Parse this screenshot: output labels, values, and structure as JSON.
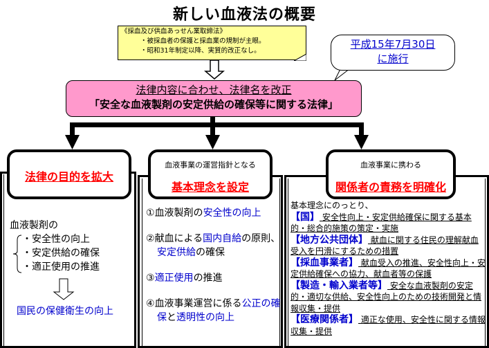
{
  "title": "新しい血液法の概要",
  "old_law_note": {
    "heading": "《採血及び供血あっせん業取締法》",
    "points": [
      "・被採血者の保護と採血業の規制が主眼。",
      "・昭和31年制定以降、実質的改正なし。"
    ]
  },
  "effective_date": {
    "line1": "平成15年7月30日",
    "line2": "に施行"
  },
  "renamed_law": {
    "subtitle": "法律内容に合わせ、法律名を改正",
    "name": "「安全な血液製剤の安定供給の確保等に関する法律」"
  },
  "panels": [
    {
      "pre_label": "",
      "title": "法律の目的を拡大",
      "body": {
        "lead": "血液製剤の",
        "items": [
          "・安全性の向上",
          "・安定供給の確保",
          "・適正使用の推進"
        ],
        "result": "国民の保健衛生の向上"
      }
    },
    {
      "pre_label": "血液事業の運営指針となる",
      "title": "基本理念を設定",
      "principles": [
        {
          "num": "①",
          "parts": [
            {
              "t": "血液製剤の",
              "c": "black"
            },
            {
              "t": "安全性の向上",
              "c": "blue"
            }
          ]
        },
        {
          "num": "②",
          "parts": [
            {
              "t": "献血による",
              "c": "black"
            },
            {
              "t": "国内自給",
              "c": "blue"
            },
            {
              "t": "の原則、",
              "c": "black"
            },
            {
              "t": "安定供給",
              "c": "blue"
            },
            {
              "t": "の確保",
              "c": "black"
            }
          ]
        },
        {
          "num": "③",
          "parts": [
            {
              "t": "適正使用",
              "c": "blue"
            },
            {
              "t": "の推進",
              "c": "black"
            }
          ]
        },
        {
          "num": "④",
          "parts": [
            {
              "t": "血液事業運営に係る",
              "c": "black"
            },
            {
              "t": "公正の確保",
              "c": "blue"
            },
            {
              "t": "と",
              "c": "black"
            },
            {
              "t": "透明性の向上",
              "c": "blue"
            }
          ]
        }
      ]
    },
    {
      "pre_label": "血液事業に携わる",
      "title": "関係者の責務を明確化",
      "intro": "基本理念にのっとり、",
      "duties": [
        {
          "tag": "【国】",
          "text": "安全性向上・安定供給確保に関する基本的・総合的施策の策定・実施"
        },
        {
          "tag": "【地方公共団体】",
          "text": "献血に関する住民の理解献血受入を円滑にするための措置"
        },
        {
          "tag": "【採血事業者】",
          "text": "献血受入の推進、安全性向上・安定供給確保への協力、献血者等の保護"
        },
        {
          "tag": "【製造・輸入業者等】",
          "text": "安全な血液製剤の安定的・適切な供給、安全性向上のための技術開発と情報収集・提供"
        },
        {
          "tag": "【医療関係者】",
          "text": "適正な使用、安全性に関する情報収集・提供"
        }
      ]
    }
  ],
  "colors": {
    "note_bg": "#ffff99",
    "law_bg": "#ff99cc",
    "accent_red": "#ff0000",
    "accent_blue": "#0000cc"
  }
}
